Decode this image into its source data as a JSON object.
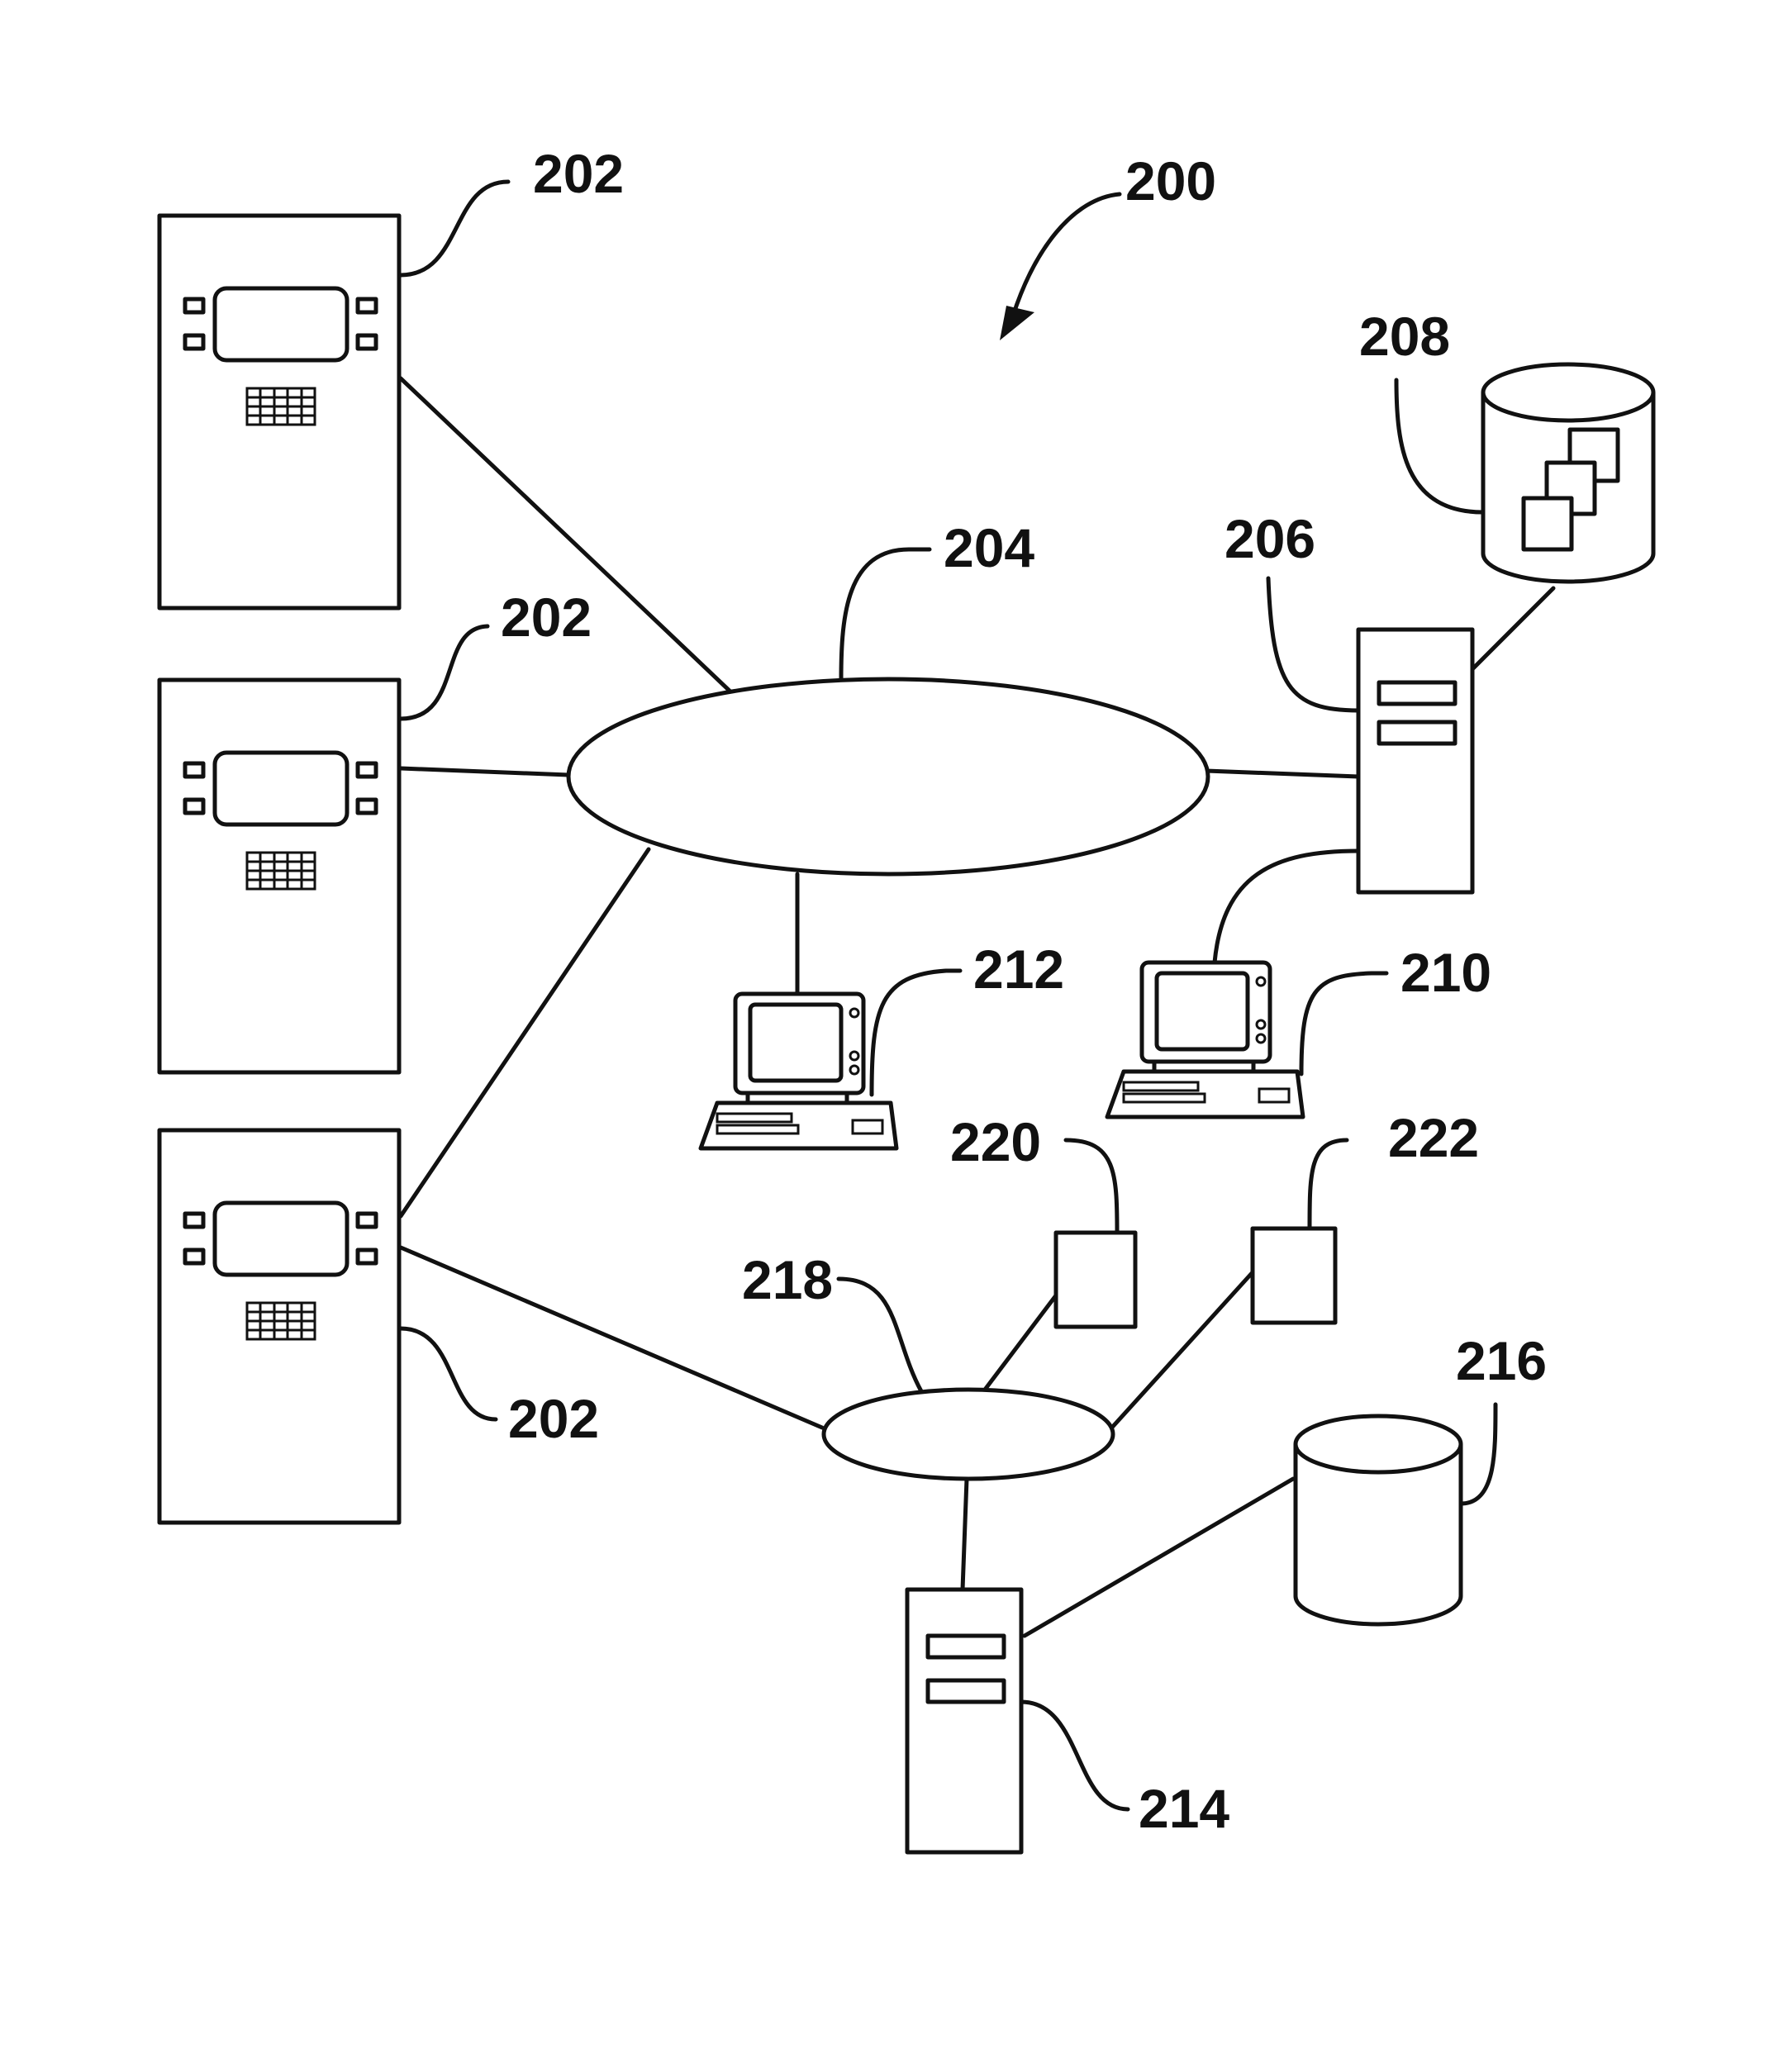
{
  "figure": {
    "system_ref": "200",
    "atm_refs": [
      "202",
      "202",
      "202"
    ],
    "network_ref": "204",
    "server_ref": "206",
    "database_ref": "208",
    "workstation_right_ref": "210",
    "workstation_left_ref": "212",
    "server_bottom_ref": "214",
    "database_bottom_ref": "216",
    "network_small_ref": "218",
    "device_left_ref": "220",
    "device_right_ref": "222"
  },
  "colors": {
    "line": "#111111",
    "background": "#ffffff"
  }
}
